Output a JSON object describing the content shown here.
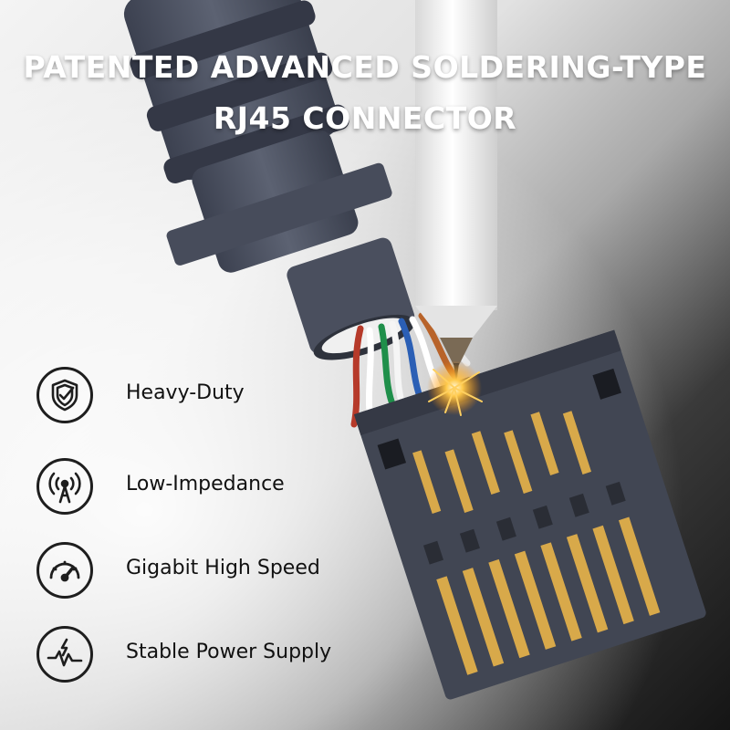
{
  "headline": {
    "line1": "PATENTED ADVANCED SOLDERING-TYPE",
    "line2": "RJ45 CONNECTOR"
  },
  "features": [
    {
      "label": "Heavy-Duty",
      "icon": "shield-check-icon"
    },
    {
      "label": "Low-Impedance",
      "icon": "signal-tower-icon"
    },
    {
      "label": "Gigabit High Speed",
      "icon": "speedometer-icon"
    },
    {
      "label": "Stable Power Supply",
      "icon": "power-pulse-icon"
    }
  ],
  "colors": {
    "headline_text": "#ffffff",
    "feature_text": "#111111",
    "connector_body": "#4b5060",
    "gold_pins": "#d8a94a"
  }
}
